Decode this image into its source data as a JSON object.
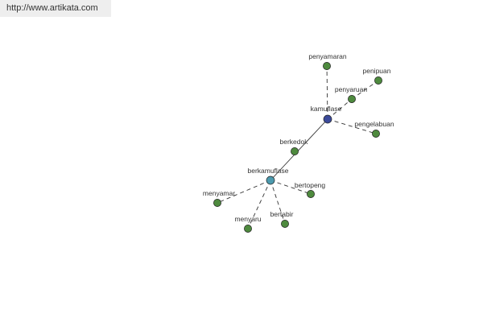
{
  "header": {
    "url": "http://www.artikata.com"
  },
  "colors": {
    "root": "#3b4a9a",
    "hub": "#4c9aae",
    "leaf": "#4e8a3e",
    "node_stroke": "#222222",
    "edge": "#333333"
  },
  "graph": {
    "nodes": [
      {
        "id": "kamuflase",
        "label": "kamuflase",
        "kind": "root"
      },
      {
        "id": "berkamuflase",
        "label": "berkamuflase",
        "kind": "hub"
      },
      {
        "id": "berkedok",
        "label": "berkedok",
        "kind": "leaf"
      },
      {
        "id": "penyamaran",
        "label": "penyamaran",
        "kind": "leaf"
      },
      {
        "id": "penipuan",
        "label": "penipuan",
        "kind": "leaf"
      },
      {
        "id": "penyaruan",
        "label": "penyaruan",
        "kind": "leaf"
      },
      {
        "id": "pengelabuan",
        "label": "pengelabuan",
        "kind": "leaf"
      },
      {
        "id": "menyamar",
        "label": "menyamar",
        "kind": "leaf"
      },
      {
        "id": "menyaru",
        "label": "menyaru",
        "kind": "leaf"
      },
      {
        "id": "bertabir",
        "label": "bertabir",
        "kind": "leaf"
      },
      {
        "id": "bertopeng",
        "label": "bertopeng",
        "kind": "leaf"
      }
    ],
    "edges": [
      {
        "from": "kamuflase",
        "to": "berkamuflase",
        "style": "solid"
      },
      {
        "from": "kamuflase",
        "to": "penyamaran",
        "style": "dashed"
      },
      {
        "from": "kamuflase",
        "to": "penyaruan",
        "style": "dashed"
      },
      {
        "from": "kamuflase",
        "to": "pengelabuan",
        "style": "dashed"
      },
      {
        "from": "penyaruan",
        "to": "penipuan",
        "style": "dashed"
      },
      {
        "from": "berkamuflase",
        "to": "menyamar",
        "style": "dashed"
      },
      {
        "from": "berkamuflase",
        "to": "menyaru",
        "style": "dashed"
      },
      {
        "from": "berkamuflase",
        "to": "bertabir",
        "style": "dashed"
      },
      {
        "from": "berkamuflase",
        "to": "bertopeng",
        "style": "dashed"
      }
    ]
  }
}
